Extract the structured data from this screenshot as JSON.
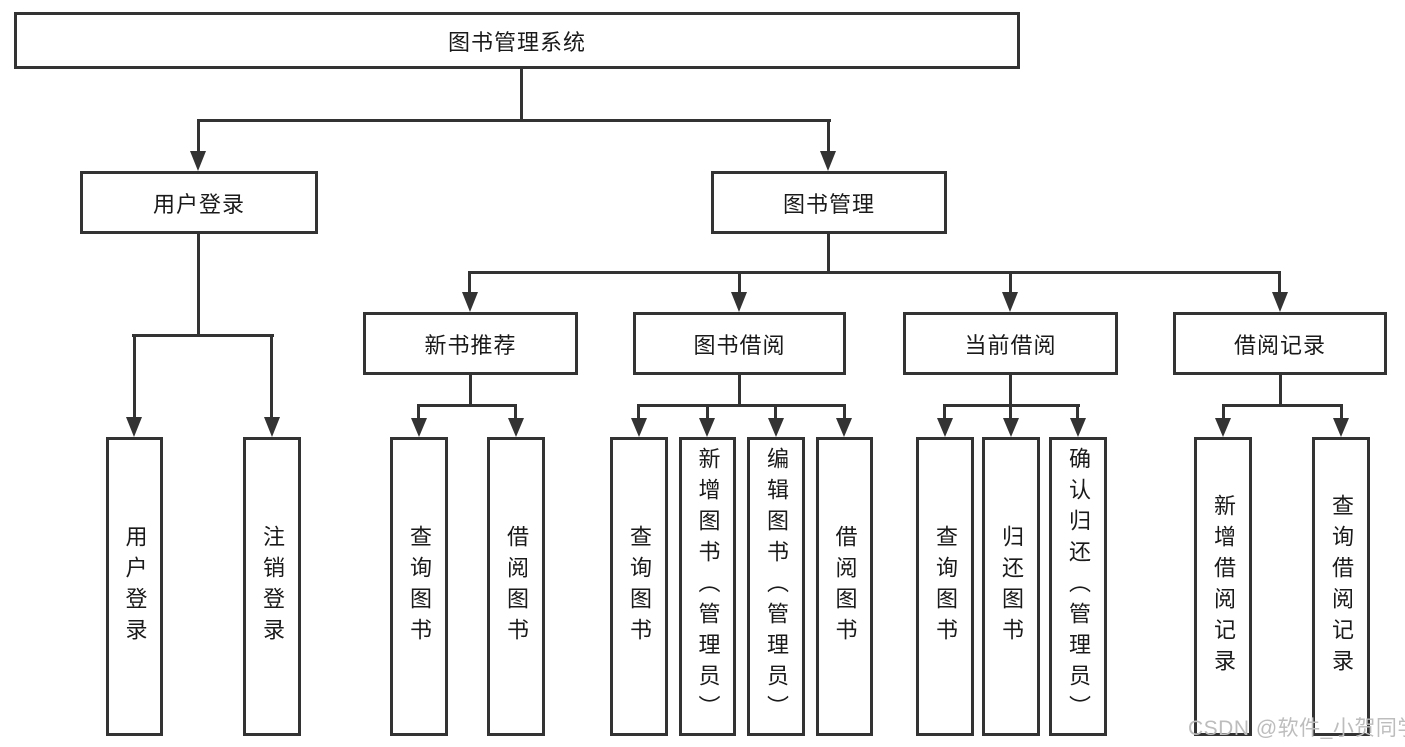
{
  "diagram": {
    "root": {
      "label": "图书管理系统"
    },
    "branches": {
      "user_login": {
        "label": "用户登录",
        "children": [
          "用户登录",
          "注销登录"
        ]
      },
      "book_management": {
        "label": "图书管理",
        "sections": {
          "new_book_recommend": {
            "label": "新书推荐",
            "children": [
              "查询图书",
              "借阅图书"
            ]
          },
          "book_borrow": {
            "label": "图书借阅",
            "children": [
              "查询图书",
              "新增图书（管理员）",
              "编辑图书（管理员）",
              "借阅图书"
            ]
          },
          "current_borrow": {
            "label": "当前借阅",
            "children": [
              "查询图书",
              "归还图书",
              "确认归还（管理员）"
            ]
          },
          "borrow_records": {
            "label": "借阅记录",
            "children": [
              "新增借阅记录",
              "查询借阅记录"
            ]
          }
        }
      }
    }
  },
  "watermark": {
    "text": "CSDN @软件_小贺同学"
  },
  "colors": {
    "line": "#333333",
    "text": "#1a1a1a",
    "box_background": "#ffffff",
    "watermark": "#bdbdbd"
  }
}
